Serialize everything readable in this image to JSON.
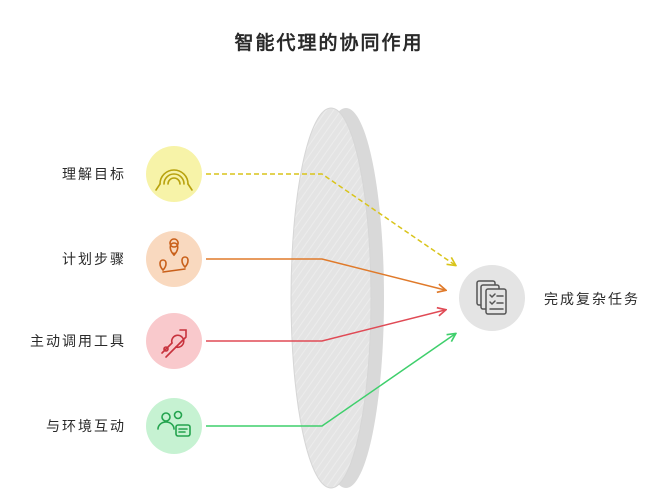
{
  "title": "智能代理的协同作用",
  "inputs": [
    {
      "label": "理解目标",
      "icon": "rainbow-icon",
      "color": "#d9c41a",
      "fill": "#f7f3a8"
    },
    {
      "label": "计划步骤",
      "icon": "route-pins-icon",
      "color": "#e07a2a",
      "fill": "#f9d9bf"
    },
    {
      "label": "主动调用工具",
      "icon": "tools-icon",
      "color": "#e04a55",
      "fill": "#f9c9cc"
    },
    {
      "label": "与环境互动",
      "icon": "users-chat-icon",
      "color": "#3fcf6c",
      "fill": "#c6f2d2"
    }
  ],
  "output": {
    "label": "完成复杂任务",
    "icon": "documents-checklist-icon"
  }
}
